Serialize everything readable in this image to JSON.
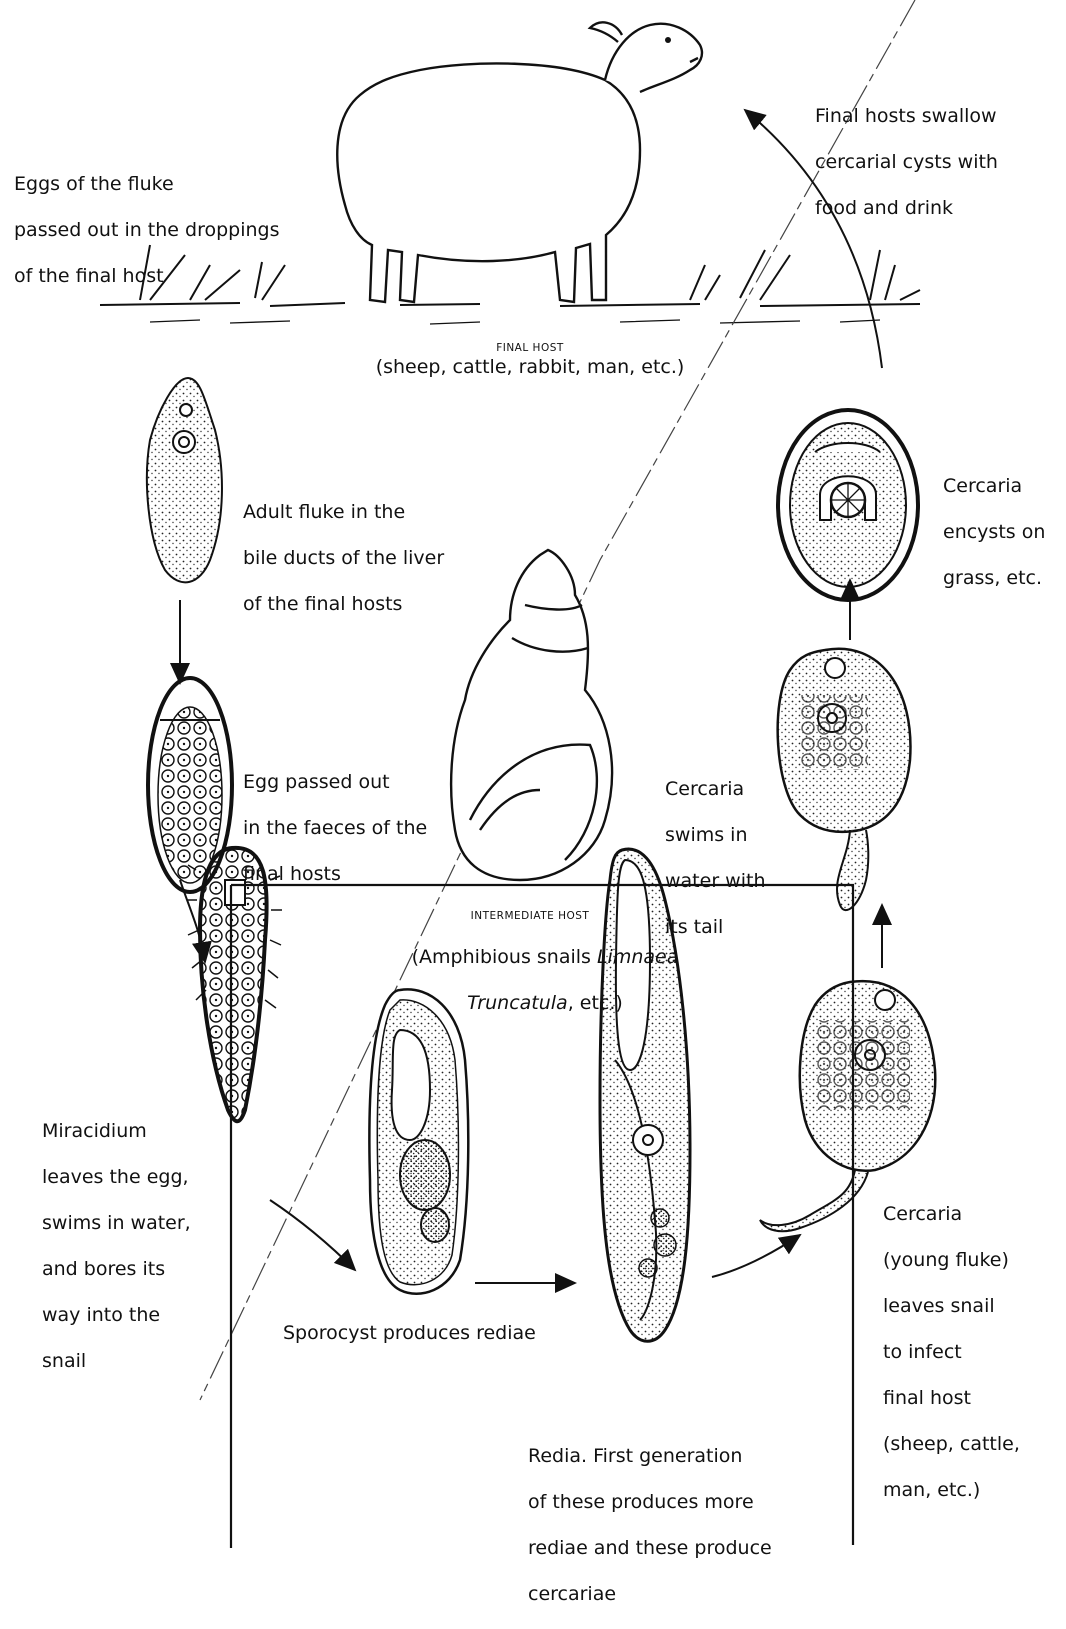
{
  "labels": {
    "eggs_in_droppings": [
      "Eggs of the fluke",
      "passed out in the droppings",
      "of the final host"
    ],
    "final_hosts_swallow": [
      "Final hosts swallow",
      "cercarial cysts with",
      "food and drink"
    ],
    "final_host_title": "FINAL HOST",
    "final_host_examples": "(sheep, cattle, rabbit, man, etc.)",
    "adult_fluke": [
      "Adult fluke in the",
      "bile ducts of the liver",
      "of the final hosts"
    ],
    "cercaria_encysts": [
      "Cercaria",
      "encysts on",
      "grass, etc."
    ],
    "egg_passed": [
      "Egg passed out",
      "in the faeces of the",
      "final hosts"
    ],
    "cercaria_swims": [
      "Cercaria",
      "swims in",
      "water with",
      "its tail"
    ],
    "intermediate_host_title": "INTERMEDIATE HOST",
    "intermediate_host_line1_prefix": "(Amphibious snails ",
    "intermediate_host_line1_italic": "Limnaea",
    "intermediate_host_line2_italic": "Truncatula",
    "intermediate_host_line2_suffix": ", etc.)",
    "miracidium": [
      "Miracidium",
      "leaves the egg,",
      "swims in water,",
      "and bores its",
      "way into the",
      "snail"
    ],
    "cercaria_leaves": [
      "Cercaria",
      "(young fluke)",
      "leaves snail",
      "to infect",
      "final host",
      "(sheep, cattle,",
      "man, etc.)"
    ],
    "sporocyst": "Sporocyst produces rediae",
    "redia": [
      "Redia.  First generation",
      "of these produces more",
      "rediae and these produce",
      "cercariae"
    ]
  },
  "colors": {
    "ink": "#111111",
    "paper": "#ffffff"
  }
}
